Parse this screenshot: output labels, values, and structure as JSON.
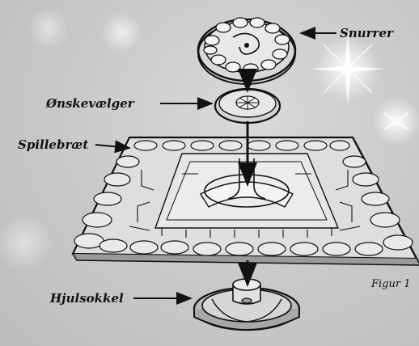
{
  "labels": {
    "snurrer": "Snurrer",
    "onskevaelger": "Ønskevælger",
    "spillebraet": "Spillebræt",
    "hjulsokkel": "Hjulsokkel"
  },
  "figure_caption": "Figur 1"
}
